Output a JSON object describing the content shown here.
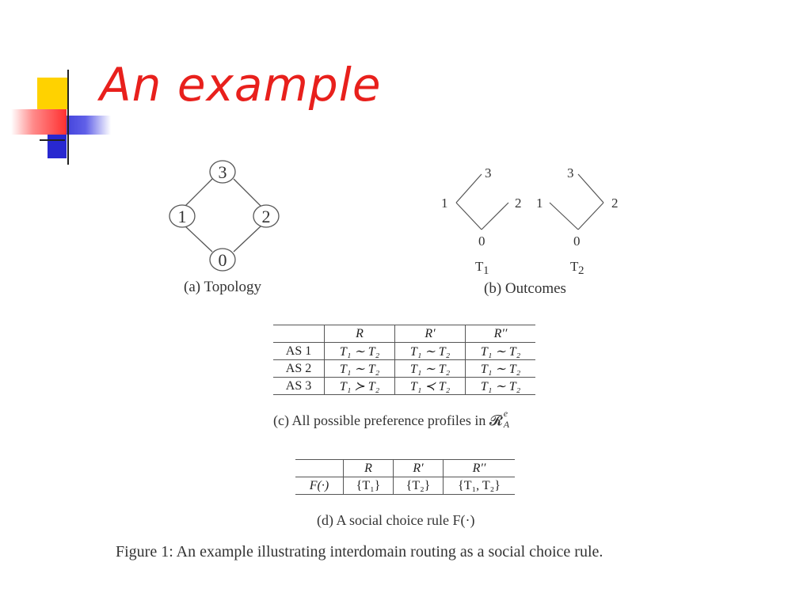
{
  "slide": {
    "title": "An example"
  },
  "topology": {
    "nodes": [
      "3",
      "1",
      "2",
      "0"
    ],
    "caption": "(a) Topology"
  },
  "outcomes": {
    "t1": {
      "top": "3",
      "left": "1",
      "right": "2",
      "bottom": "0",
      "label": "T",
      "label_sub": "1"
    },
    "t2": {
      "top": "3",
      "left": "1",
      "right": "2",
      "bottom": "0",
      "label": "T",
      "label_sub": "2"
    },
    "caption": "(b) Outcomes"
  },
  "table_c": {
    "headers": [
      "",
      "R",
      "R′",
      "R′′"
    ],
    "rows": [
      {
        "name": "AS 1",
        "cells": [
          "T₁ ∼ T₂",
          "T₁ ∼ T₂",
          "T₁ ∼ T₂"
        ]
      },
      {
        "name": "AS 2",
        "cells": [
          "T₁ ∼ T₂",
          "T₁ ∼ T₂",
          "T₁ ∼ T₂"
        ]
      },
      {
        "name": "AS 3",
        "cells": [
          "T₁ ≻ T₂",
          "T₁ ≺ T₂",
          "T₁ ∼ T₂"
        ]
      }
    ],
    "caption": "(c) All possible preference profiles in 𝓡",
    "caption_sup": "e",
    "caption_sub": "A"
  },
  "table_d": {
    "headers": [
      "",
      "R",
      "R′",
      "R′′"
    ],
    "rows": [
      {
        "name": "F(·)",
        "cells": [
          "{T₁}",
          "{T₂}",
          "{T₁, T₂}"
        ]
      }
    ],
    "caption": "(d) A social choice rule F(·)"
  },
  "figure_caption": "Figure 1:  An example illustrating interdomain routing as a social choice rule."
}
